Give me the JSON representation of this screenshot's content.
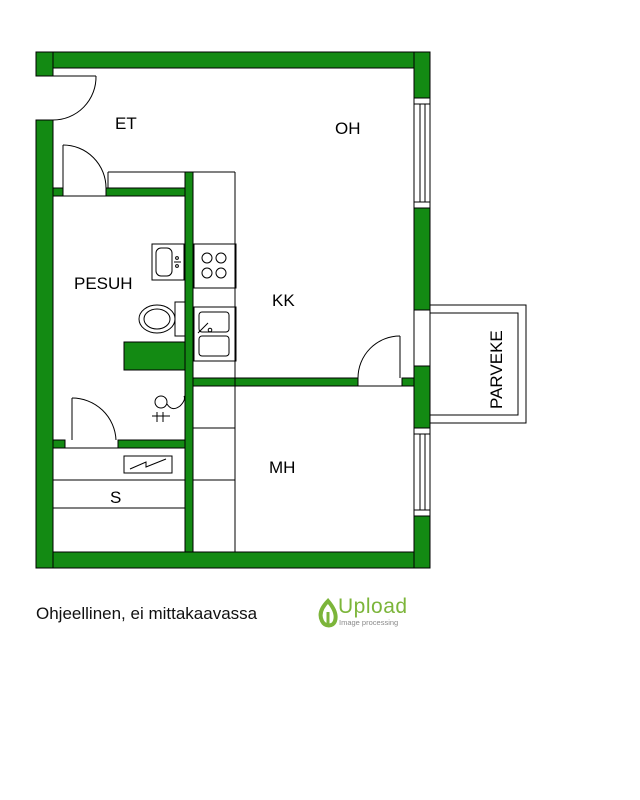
{
  "rooms": {
    "et": "ET",
    "oh": "OH",
    "pesuh": "PESUH",
    "kk": "KK",
    "mh": "MH",
    "s": "S",
    "parveke": "PARVEKE"
  },
  "caption": "Ohjeellinen, ei mittakaavassa",
  "logo": {
    "word": "Upload",
    "tagline": "Image processing"
  },
  "colors": {
    "wall": "#138a13",
    "line": "#000000",
    "background": "#ffffff",
    "logo": "#7cb53a"
  }
}
